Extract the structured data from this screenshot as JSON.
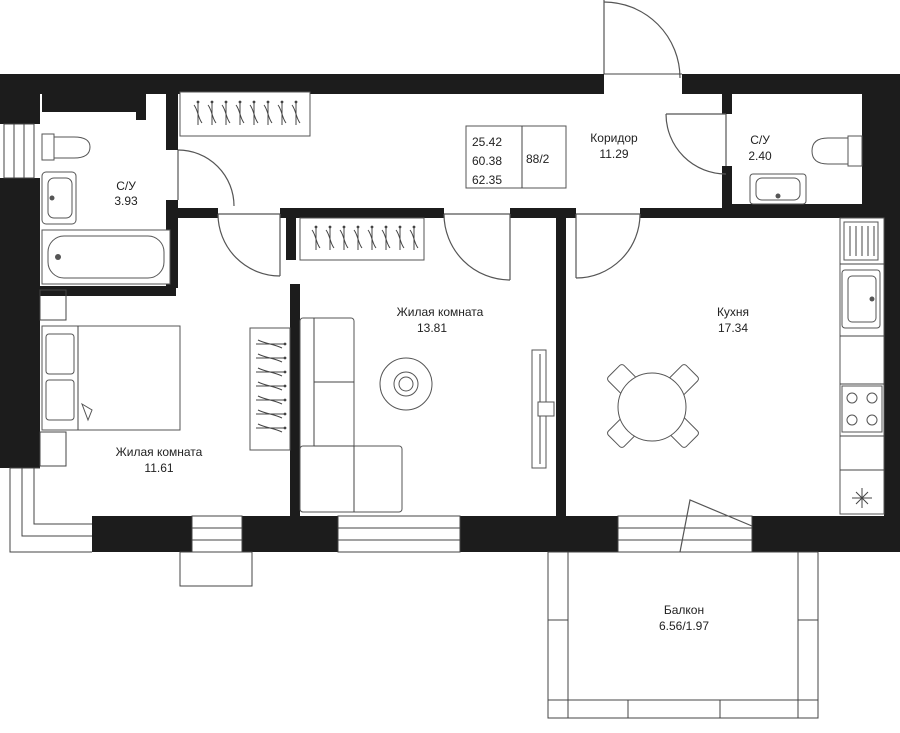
{
  "rooms": {
    "bathroom_left": {
      "name": "С/У",
      "area": "3.93"
    },
    "bathroom_right": {
      "name": "С/У",
      "area": "2.40"
    },
    "corridor": {
      "name": "Коридор",
      "area": "11.29"
    },
    "living_room_center": {
      "name": "Жилая комната",
      "area": "13.81"
    },
    "living_room_left": {
      "name": "Жилая комната",
      "area": "11.61"
    },
    "kitchen": {
      "name": "Кухня",
      "area": "17.34"
    },
    "balcony": {
      "name": "Балкон",
      "area": "6.56/1.97"
    }
  },
  "summary": {
    "living_area": "25.42",
    "total_area": "60.38",
    "total_with_balcony": "62.35",
    "apartment_number": "88/2"
  },
  "colors": {
    "walls": "#1c1c1c",
    "lines": "#444444",
    "background": "#ffffff"
  }
}
